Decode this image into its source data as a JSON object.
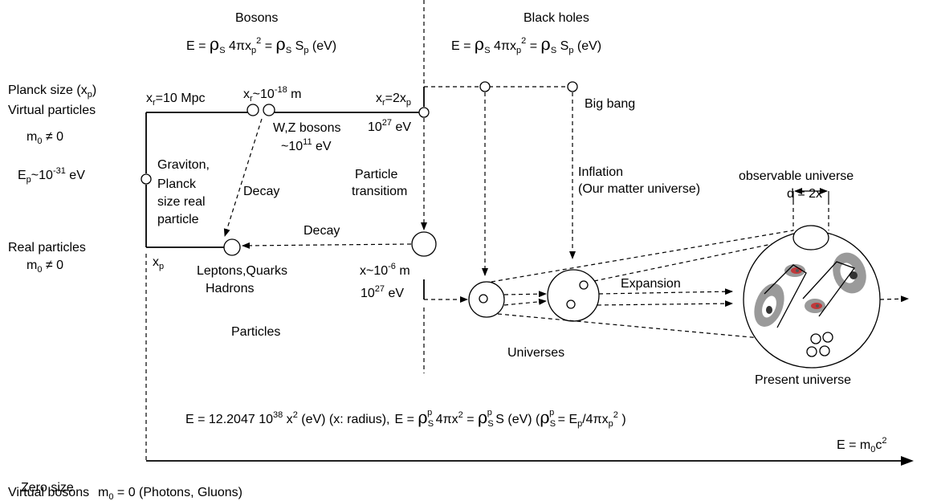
{
  "labels": {
    "bosons": "Bosons",
    "black_holes": "Black holes",
    "planck_size_pre": "Planck size (x",
    "planck_size_sub": "p",
    "planck_size_post": ")",
    "virtual_particles": "Virtual particles",
    "m0_nonzero_pre": "m",
    "m0_nonzero_sub": "0",
    "m0_nonzero_post": " ≠ 0",
    "real_particles": "Real particles",
    "graviton_1": "Graviton,",
    "graviton_2": "Planck",
    "graviton_3": "size real",
    "graviton_4": "particle",
    "decay_1": "Decay",
    "decay_2": "Decay",
    "particle_transition_1": "Particle",
    "particle_transition_2": "transitiom",
    "wz_bosons": "W,Z bosons",
    "wz_energy_pre": "~10",
    "wz_energy_sup": "11",
    "wz_energy_post": " eV",
    "leptons_quarks": "Leptons,Quarks",
    "hadrons": "Hadrons",
    "particles": "Particles",
    "big_bang": "Big bang",
    "inflation_1": "Inflation",
    "inflation_2": "(Our matter universe)",
    "observable_universe": "observable  universe",
    "d_eq": "d = 2x",
    "expansion": "Expansion",
    "universes": "Universes",
    "present_universe": "Present universe",
    "zero_size": "Zero size",
    "virtual_bosons": "Virtual bosons",
    "photons_gluons": "  (Photons, Gluons)",
    "xp_label": "x",
    "xp_sub": "p"
  },
  "values": {
    "xr_10mpc": "=10 Mpc",
    "xr_1e18_pre": "~10",
    "xr_1e18_sup": "-18",
    "xr_1e18_post": " m",
    "xr_2xp": "=2x",
    "e27": "10",
    "e27_sup": "27",
    "ev": " eV",
    "ep_pre": "~10",
    "ep_sup": "-31",
    "ep_post": " eV",
    "x1e6_pre": "x~10",
    "x1e6_sup": "-6",
    "x1e6_post": " m",
    "m0_zero": " = 0"
  },
  "equations": {
    "boson_eq_e": "E = ",
    "boson_eq_mid": " 4πx",
    "boson_eq_eq": " = ",
    "boson_eq_unit": "  (eV)",
    "rho": "ρ",
    "sub_s": "S",
    "sub_p": "p",
    "sup_2": "2",
    "S": " S",
    "bottom_eq_1": "E = 12.2047 10",
    "bottom_eq_sup": "38",
    "bottom_eq_2": " x",
    "bottom_eq_3": "  (eV) (x: radius),",
    "bottom_eq_4": "E = ",
    "bottom_eq_5": " 4πx",
    "bottom_eq_6": " = ",
    "bottom_eq_7": " S  (eV) (",
    "bottom_eq_8": " = E",
    "bottom_eq_9": "/4πx",
    "bottom_eq_10": " )",
    "emc2_pre": "E = m",
    "emc2_sub": "0",
    "emc2_mid": "c",
    "emc2_sup": "2",
    "sup_p": "p"
  }
}
